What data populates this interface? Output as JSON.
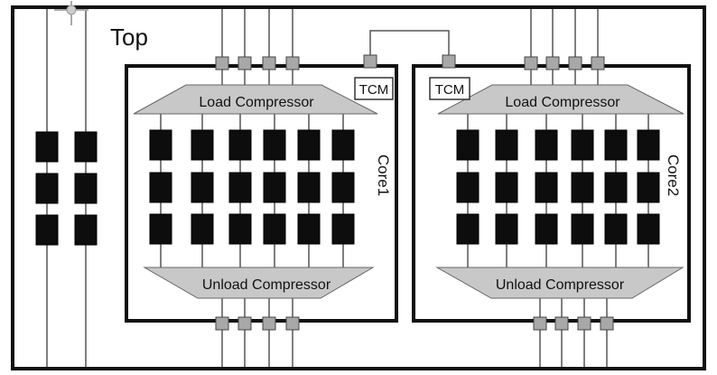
{
  "diagram": {
    "top_label": "Top",
    "cores": [
      {
        "name": "Core1",
        "tcm_label": "TCM",
        "load_label": "Load Compressor",
        "unload_label": "Unload Compressor"
      },
      {
        "name": "Core2",
        "tcm_label": "TCM",
        "load_label": "Load Compressor",
        "unload_label": "Unload Compressor"
      }
    ],
    "colors": {
      "border": "#111111",
      "compressor_fill": "#c8c8c8",
      "pin_fill": "#a8a8a8",
      "cell_fill": "#0d0d0d",
      "wire": "#555555"
    }
  }
}
